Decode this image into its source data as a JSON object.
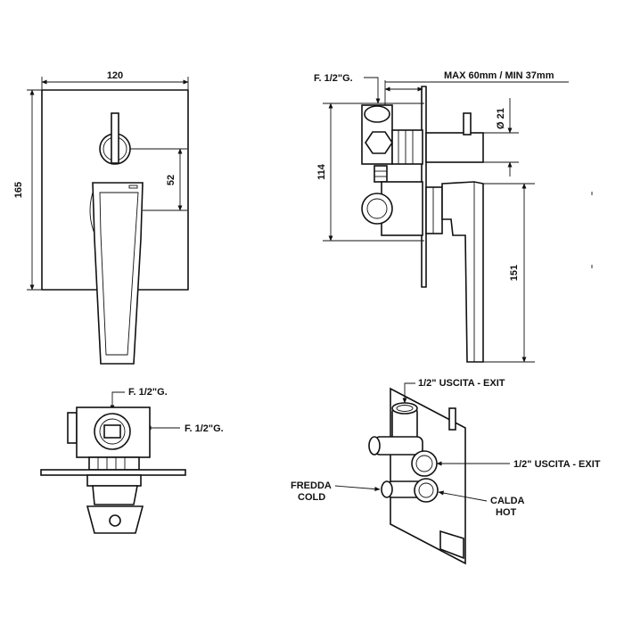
{
  "front_view": {
    "dim_width": "120",
    "dim_height": "165",
    "dim_offset": "52"
  },
  "side_view": {
    "inlet_label": "F. 1/2\"G.",
    "depth_label": "MAX 60mm / MIN 37mm",
    "dim_diameter": "Ø 21",
    "dim_body_height": "114",
    "dim_handle_height": "151"
  },
  "top_view": {
    "inlet_top_label": "F. 1/2\"G.",
    "inlet_side_label": "F. 1/2\"G."
  },
  "iso_view": {
    "exit_top_label": "1/2\" USCITA - EXIT",
    "exit_side_label": "1/2\" USCITA - EXIT",
    "cold_label_it": "FREDDA",
    "cold_label_en": "COLD",
    "hot_label_it": "CALDA",
    "hot_label_en": "HOT"
  }
}
